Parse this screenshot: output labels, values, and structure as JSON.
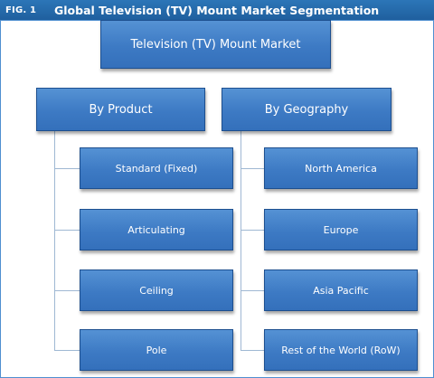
{
  "header": {
    "fig_label": "FIG. 1",
    "title": "Global Television (TV) Mount Market Segmentation"
  },
  "diagram": {
    "root": "Television (TV) Mount Market",
    "branches": [
      {
        "label": "By Product",
        "children": [
          "Standard (Fixed)",
          "Articulating",
          "Ceiling",
          "Pole"
        ]
      },
      {
        "label": "By Geography",
        "children": [
          "North America",
          "Europe",
          "Asia Pacific",
          "Rest of the World (RoW)"
        ]
      }
    ]
  },
  "colors": {
    "header": "#2568ac",
    "box": "#4785cc",
    "box_border": "#1d4f8f",
    "connector": "#9fb8d3"
  }
}
